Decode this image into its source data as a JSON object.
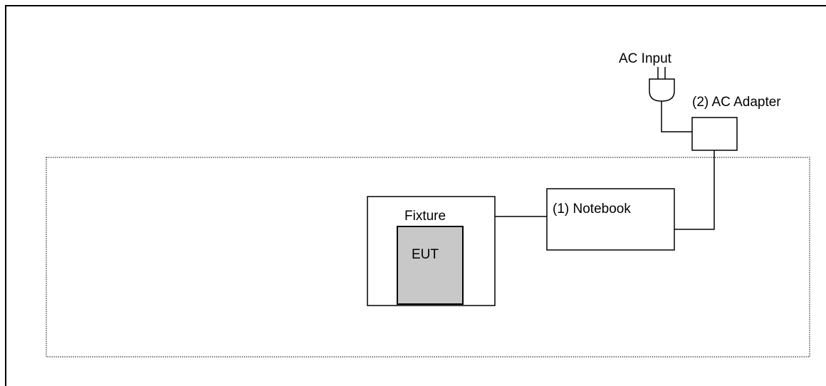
{
  "diagram": {
    "ac_input_label": "AC Input",
    "adapter_label": "(2) AC Adapter",
    "notebook_label": "(1) Notebook",
    "fixture_label": "Fixture",
    "eut_label": "EUT"
  },
  "colors": {
    "line": "#000000",
    "eut_fill": "#c8c8c8",
    "background": "#ffffff"
  }
}
